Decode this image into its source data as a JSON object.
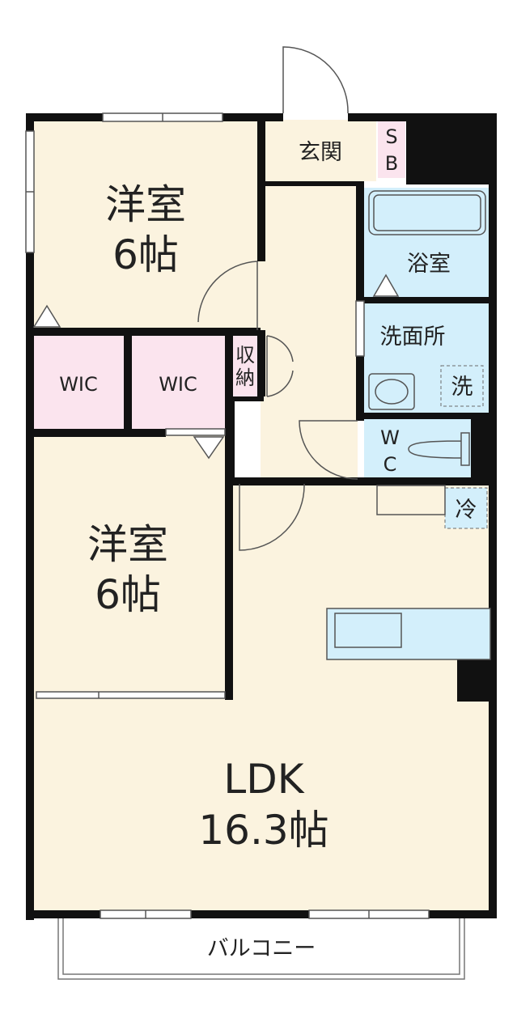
{
  "rooms": {
    "western_room_top": {
      "name": "洋室",
      "size": "6帖"
    },
    "western_room_mid": {
      "name": "洋室",
      "size": "6帖"
    },
    "wic_left": {
      "name": "WIC"
    },
    "wic_right": {
      "name": "WIC"
    },
    "storage": {
      "line1": "収",
      "line2": "納"
    },
    "entrance": {
      "name": "玄関"
    },
    "shoe_box": {
      "line1": "S",
      "line2": "B"
    },
    "bathroom": {
      "name": "浴室"
    },
    "washroom": {
      "name": "洗面所"
    },
    "washer": {
      "name": "洗"
    },
    "toilet": {
      "line1": "W",
      "line2": "C"
    },
    "fridge": {
      "name": "冷"
    },
    "ldk": {
      "name": "LDK",
      "size": "16.3帖"
    },
    "balcony": {
      "name": "バルコニー"
    }
  },
  "colors": {
    "western": "#fbf3df",
    "wic": "#fbe4ee",
    "water": "#d3effb",
    "wall": "#111111",
    "line": "#6b6b6b"
  }
}
